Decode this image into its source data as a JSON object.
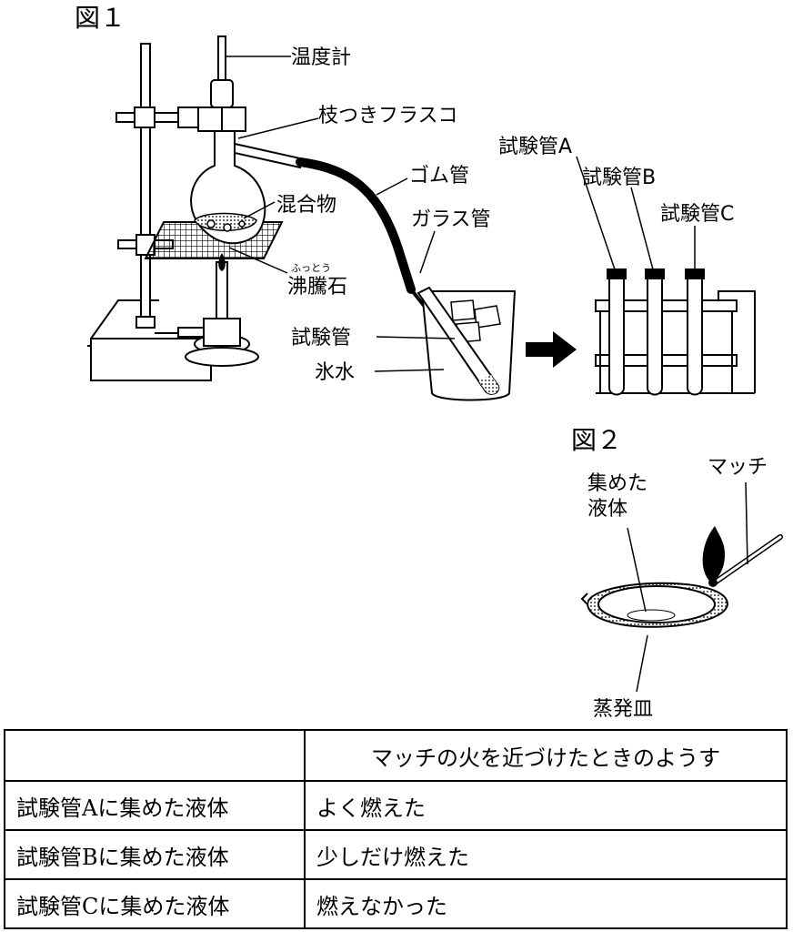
{
  "figure1": {
    "title": "図１",
    "labels": {
      "thermometer": "温度計",
      "side_arm_flask": "枝つきフラスコ",
      "mixture": "混合物",
      "boiling_chips_ruby": "ふっとう",
      "boiling_chips": "沸騰石",
      "rubber_tube": "ゴム管",
      "glass_tube": "ガラス管",
      "test_tube": "試験管",
      "ice_water": "氷水",
      "test_tube_a": "試験管A",
      "test_tube_b": "試験管B",
      "test_tube_c": "試験管C"
    }
  },
  "figure2": {
    "title": "図２",
    "labels": {
      "collected_liquid_line1": "集めた",
      "collected_liquid_line2": "液体",
      "match": "マッチ",
      "evaporating_dish": "蒸発皿"
    }
  },
  "table": {
    "header": [
      "",
      "マッチの火を近づけたときのようす"
    ],
    "rows": [
      [
        "試験管Aに集めた液体",
        "よく燃えた"
      ],
      [
        "試験管Bに集めた液体",
        "少しだけ燃えた"
      ],
      [
        "試験管Cに集めた液体",
        "燃えなかった"
      ]
    ]
  }
}
